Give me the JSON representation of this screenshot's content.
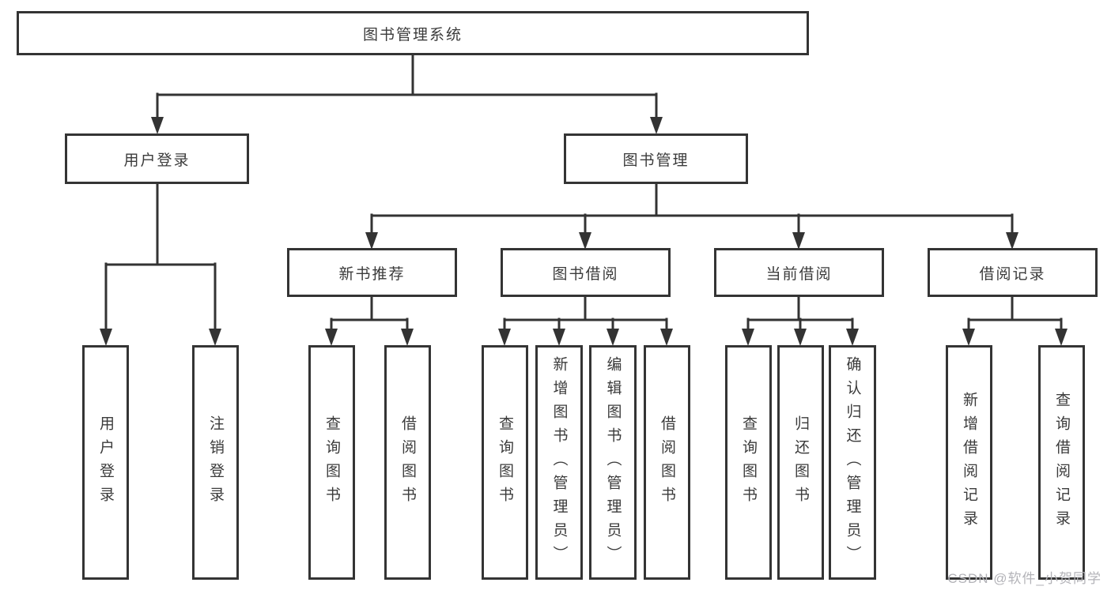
{
  "diagram": {
    "root": {
      "label": "图书管理系统"
    },
    "branches": [
      {
        "label": "用户登录",
        "children": [
          {
            "label": "用户登录"
          },
          {
            "label": "注销登录"
          }
        ]
      },
      {
        "label": "图书管理",
        "children": [
          {
            "label": "新书推荐",
            "children": [
              {
                "label": "查询图书"
              },
              {
                "label": "借阅图书"
              }
            ]
          },
          {
            "label": "图书借阅",
            "children": [
              {
                "label": "查询图书"
              },
              {
                "label": "新增图书（管理员）"
              },
              {
                "label": "编辑图书（管理员）"
              },
              {
                "label": "借阅图书"
              }
            ]
          },
          {
            "label": "当前借阅",
            "children": [
              {
                "label": "查询图书"
              },
              {
                "label": "归还图书"
              },
              {
                "label": "确认归还（管理员）"
              }
            ]
          },
          {
            "label": "借阅记录",
            "children": [
              {
                "label": "新增借阅记录"
              },
              {
                "label": "查询借阅记录"
              }
            ]
          }
        ]
      }
    ]
  },
  "watermark": {
    "text": "CSDN @软件_小贺同学"
  },
  "colors": {
    "line": "#333333",
    "box_border": "#343434",
    "text": "#3b3b3b",
    "watermark": "#b3b3b8",
    "background": "#ffffff"
  }
}
